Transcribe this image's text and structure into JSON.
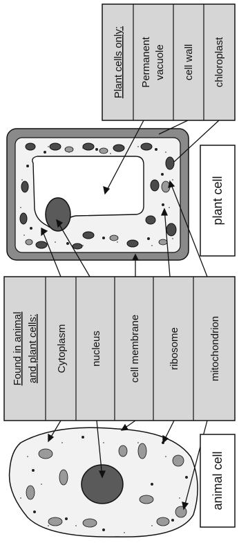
{
  "title": "",
  "common_box": {
    "heading_line1": "Found in animal",
    "heading_line2": "and plant cells:",
    "items": [
      "Cytoplasm",
      "nucleus",
      "cell membrane",
      "ribosome",
      "mitochondrion"
    ]
  },
  "plant_box": {
    "heading": "Plant cells only:",
    "items": [
      {
        "line1": "Permanent",
        "line2": "vacuole"
      },
      {
        "line1": "cell wall",
        "line2": ""
      },
      {
        "line1": "chloroplast",
        "line2": ""
      }
    ]
  },
  "cell_labels": {
    "animal": "animal cell",
    "plant": "plant cell"
  },
  "colors": {
    "box_fill": "#d6d6d6",
    "cell_fill": "#f2f2f2",
    "cell_wall": "#8a8a8a",
    "nucleus": "#5a5a5a",
    "organelle": "#9a9a9a",
    "chloroplast": "#4a4a4a",
    "line": "#111111"
  }
}
